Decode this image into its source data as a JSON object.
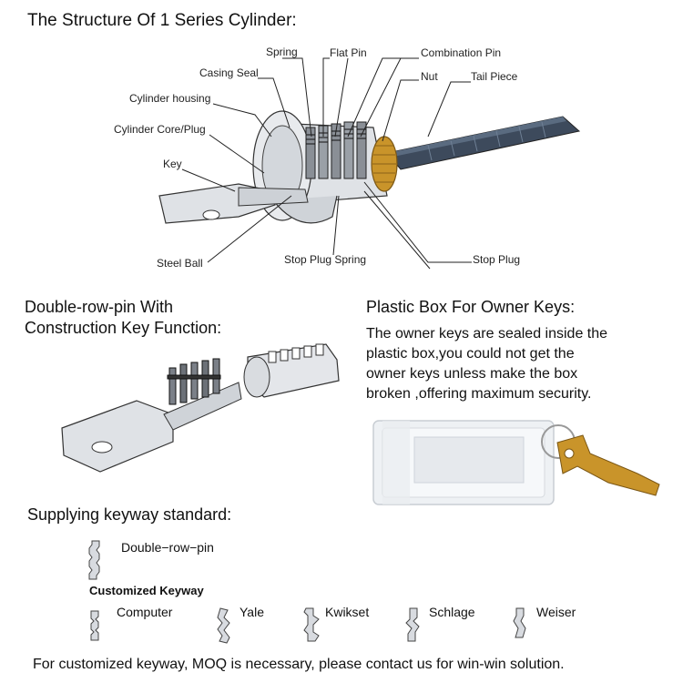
{
  "structure": {
    "title": "The Structure Of 1 Series Cylinder:",
    "labels": {
      "spring": "Spring",
      "flat_pin": "Flat Pin",
      "combination_pin": "Combination Pin",
      "casing_seal": "Casing Seal",
      "nut": "Nut",
      "tail_piece": "Tail Piece",
      "cylinder_housing": "Cylinder housing",
      "cylinder_core": "Cylinder Core/Plug",
      "key": "Key",
      "steel_ball": "Steel Ball",
      "stop_plug_spring": "Stop Plug Spring",
      "stop_plug": "Stop Plug"
    }
  },
  "double_row": {
    "title_line1": "Double-row-pin With",
    "title_line2": "Construction Key Function:"
  },
  "plastic_box": {
    "title": "Plastic Box For Owner Keys:",
    "lines": [
      "The owner keys are sealed inside the",
      "plastic box,you could not get the",
      "owner keys unless make the box",
      "broken ,offering maximum security."
    ]
  },
  "keyway": {
    "title": "Supplying keyway standard:",
    "double_row_pin": "Double−row−pin",
    "customized_heading": "Customized Keyway",
    "types": [
      "Computer",
      "Yale",
      "Kwikset",
      "Schlage",
      "Weiser"
    ]
  },
  "footer": "For customized keyway, MOQ is necessary, please contact us for win-win solution.",
  "colors": {
    "brass": "#c9942a",
    "tailpiece": "#3d4a5c",
    "metal": "#dfe2e6",
    "outline": "#333333"
  }
}
